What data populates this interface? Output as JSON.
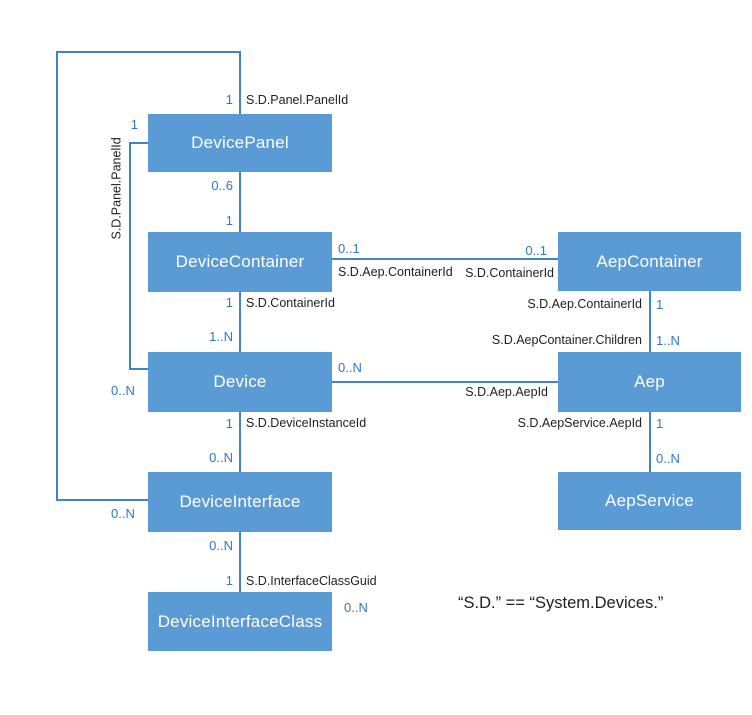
{
  "diagram": {
    "note": "“S.D.” == “System.Devices.”",
    "colors": {
      "node_fill": "#5B9BD5",
      "node_text": "#FFFFFF",
      "connector": "#3F82CD",
      "cardinality_text": "#2E78C9",
      "property_text": "#1F1F1F"
    },
    "nodes": {
      "device_panel": "DevicePanel",
      "device_container": "DeviceContainer",
      "device": "Device",
      "device_interface": "DeviceInterface",
      "device_interface_class": "DeviceInterfaceClass",
      "aep_container": "AepContainer",
      "aep": "Aep",
      "aep_service": "AepService"
    },
    "edges": {
      "panel_interface": {
        "card_panel": "1",
        "property": "S.D.Panel.PanelId",
        "card_interface": "0..N"
      },
      "panel_device": {
        "card_panel": "1",
        "property": "S.D.Panel.PanelId",
        "card_device": "0..N"
      },
      "panel_container": {
        "card_panel": "0..6",
        "card_container": "1"
      },
      "container_device": {
        "card_container": "1",
        "property": "S.D.ContainerId",
        "card_device": "1..N"
      },
      "container_aepcontainer": {
        "card_container": "0..1",
        "property_left": "S.D.Aep.ContainerId",
        "card_aepcontainer": "0..1",
        "property_right": "S.D.ContainerId"
      },
      "aepcontainer_aep": {
        "card_aepcontainer": "1",
        "property_top": "S.D.Aep.ContainerId",
        "card_aep": "1..N",
        "property_bottom": "S.D.AepContainer.Children"
      },
      "device_aep": {
        "card_device": "0..N",
        "property": "S.D.Aep.AepId"
      },
      "device_interface": {
        "card_device": "1",
        "property": "S.D.DeviceInstanceId",
        "card_interface": "0..N"
      },
      "interface_interfaceclass": {
        "card_interface": "0..N",
        "card_interfaceclass": "1",
        "property": "S.D.InterfaceClassGuid"
      },
      "aep_aepservice": {
        "card_aep": "1",
        "property": "S.D.AepService.AepId",
        "card_aepservice": "0..N"
      },
      "interfaceclass_unattached": {
        "card": "0..N"
      }
    }
  }
}
